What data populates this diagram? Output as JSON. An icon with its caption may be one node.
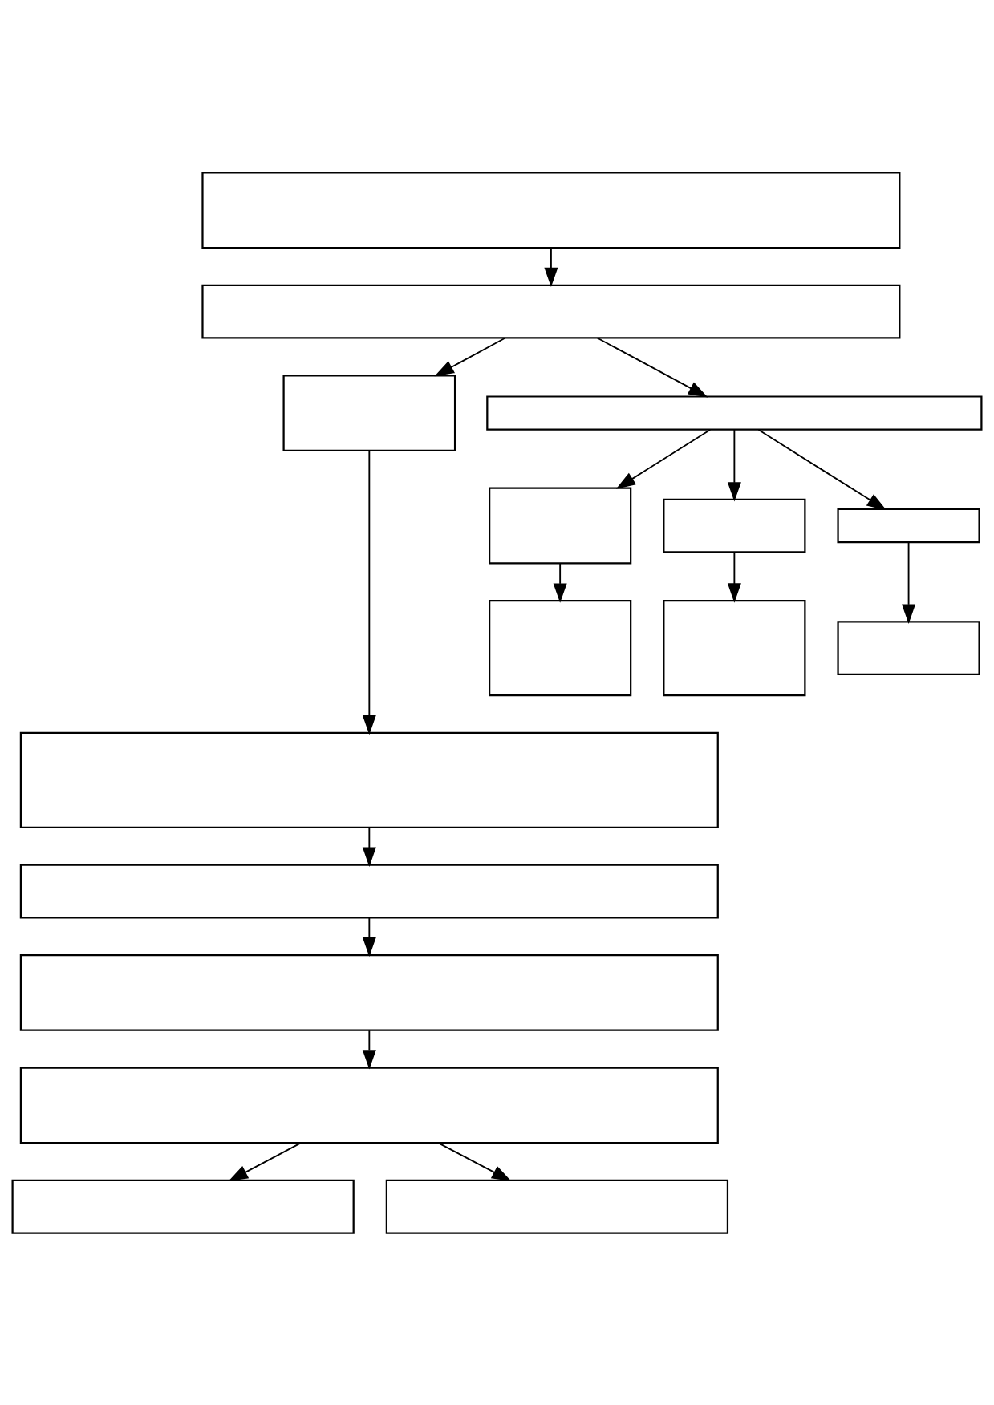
{
  "diagram": {
    "nodes": [
      {
        "text": [],
        "shape": "box"
      },
      {
        "text": [],
        "shape": "box"
      },
      {
        "text": [],
        "shape": "box"
      },
      {
        "text": [],
        "shape": "box"
      },
      {
        "text": [],
        "shape": "box"
      },
      {
        "text": [],
        "shape": "box"
      },
      {
        "text": [],
        "shape": "box"
      },
      {
        "text": [],
        "shape": "box"
      },
      {
        "text": [],
        "shape": "box"
      },
      {
        "text": [],
        "shape": "box"
      },
      {
        "text": [],
        "shape": "box"
      },
      {
        "text": [],
        "shape": "box"
      },
      {
        "text": [],
        "shape": "box"
      },
      {
        "text": [],
        "shape": "box"
      },
      {
        "text": [],
        "shape": "box"
      },
      {
        "text": [],
        "shape": "box"
      }
    ],
    "edges": [
      {
        "from": 0,
        "to": 1,
        "arrow": "to"
      },
      {
        "from": 1,
        "to": 2,
        "arrow": "to"
      },
      {
        "from": 1,
        "to": 3,
        "arrow": "to"
      },
      {
        "from": 3,
        "to": 4,
        "arrow": "to"
      },
      {
        "from": 3,
        "to": 5,
        "arrow": "to"
      },
      {
        "from": 3,
        "to": 6,
        "arrow": "to"
      },
      {
        "from": 4,
        "to": 7,
        "arrow": "to"
      },
      {
        "from": 5,
        "to": 8,
        "arrow": "to"
      },
      {
        "from": 6,
        "to": 9,
        "arrow": "to"
      },
      {
        "from": 2,
        "to": 10,
        "arrow": "to"
      },
      {
        "from": 10,
        "to": 11,
        "arrow": "to"
      },
      {
        "from": 11,
        "to": 12,
        "arrow": "to"
      },
      {
        "from": 12,
        "to": 13,
        "arrow": "to"
      },
      {
        "from": 13,
        "to": 14,
        "arrow": "to"
      },
      {
        "from": 13,
        "to": 15,
        "arrow": "to"
      }
    ]
  }
}
